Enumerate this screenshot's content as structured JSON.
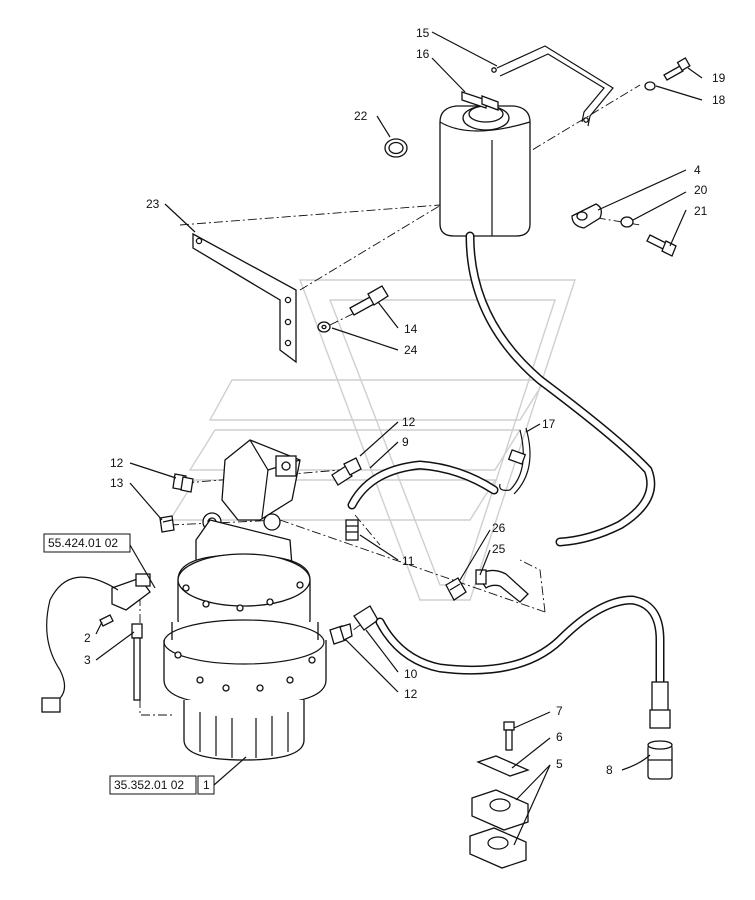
{
  "callouts": {
    "c1": "1",
    "c2": "2",
    "c3": "3",
    "c4": "4",
    "c5": "5",
    "c6": "6",
    "c7": "7",
    "c8": "8",
    "c9": "9",
    "c10": "10",
    "c11": "11",
    "c12a": "12",
    "c12b": "12",
    "c12c": "12",
    "c13": "13",
    "c14": "14",
    "c15": "15",
    "c16": "16",
    "c17": "17",
    "c18": "18",
    "c19": "19",
    "c20": "20",
    "c21": "21",
    "c22": "22",
    "c23": "23",
    "c24": "24",
    "c25": "25",
    "c26": "26"
  },
  "references": {
    "sensor_ref": "55.424.01 02",
    "gearbox_ref": "35.352.01 02",
    "gearbox_item": "1"
  }
}
